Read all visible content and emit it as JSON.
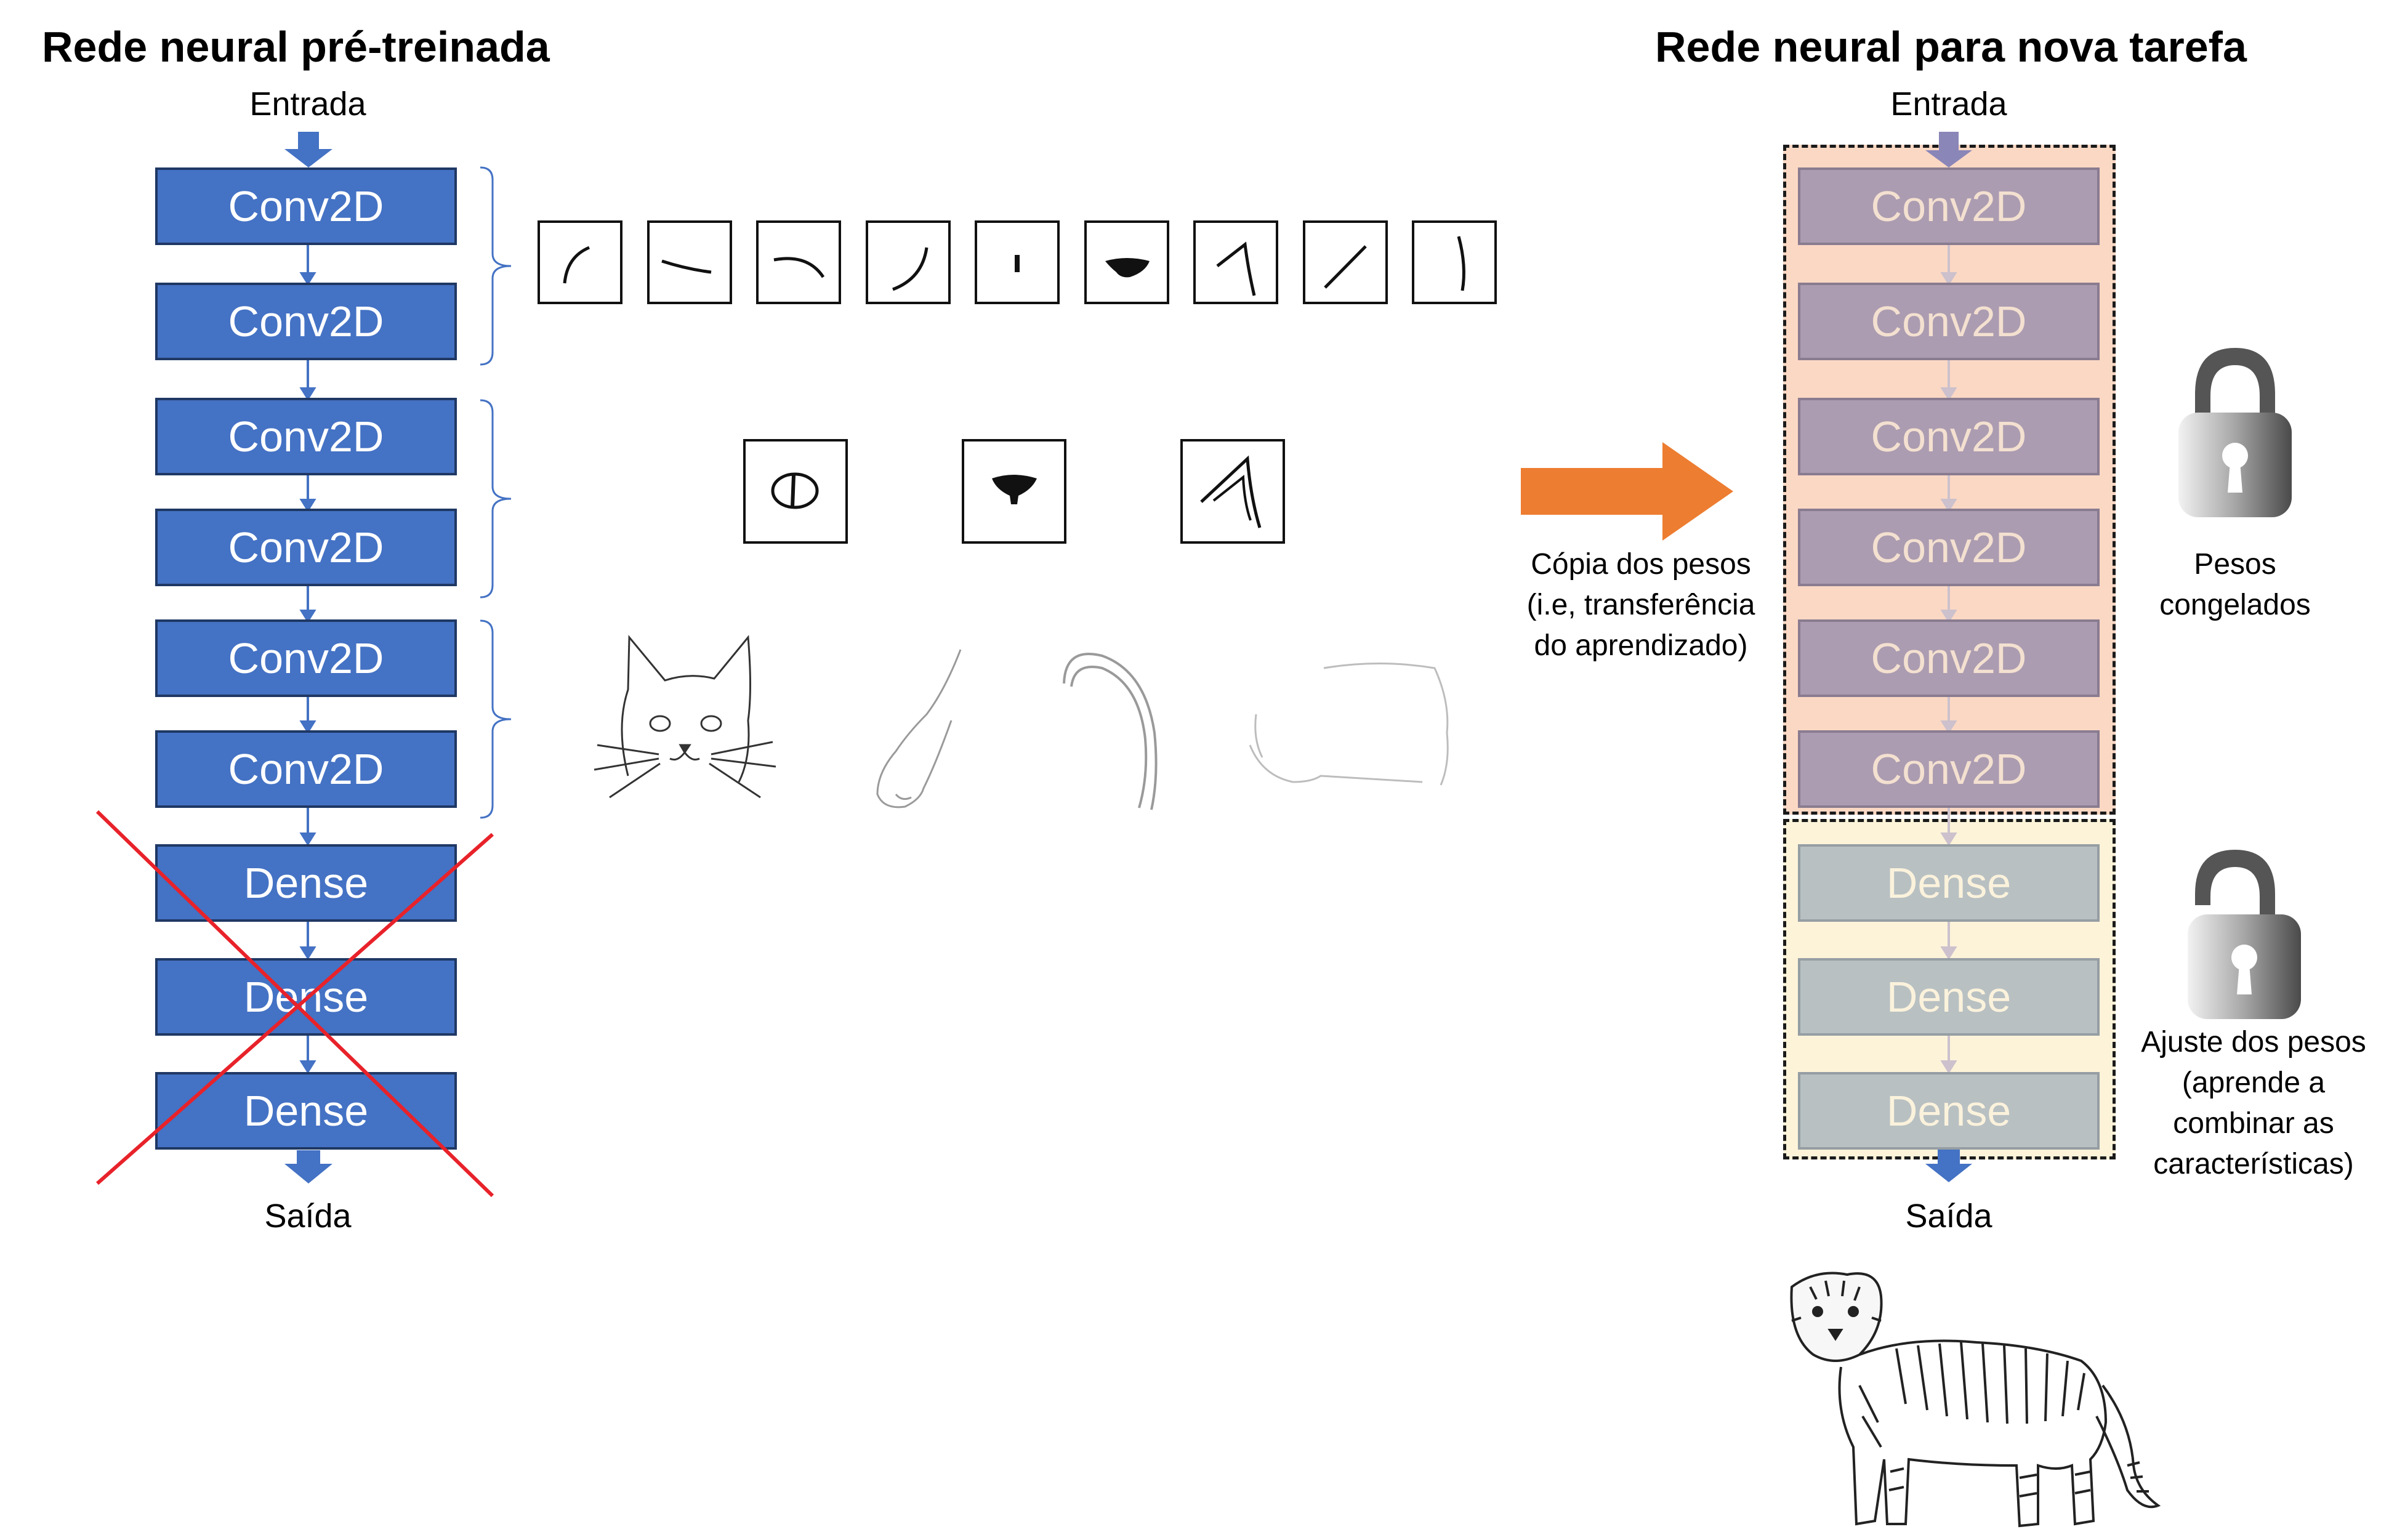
{
  "left_panel": {
    "title": "Rede neural pré-treinada",
    "input_label": "Entrada",
    "output_label": "Saída",
    "layers": [
      "Conv2D",
      "Conv2D",
      "Conv2D",
      "Conv2D",
      "Conv2D",
      "Conv2D",
      "Dense",
      "Dense",
      "Dense"
    ],
    "removed_layers_marker": "red-x-icon"
  },
  "right_panel": {
    "title": "Rede neural para nova tarefa",
    "input_label": "Entrada",
    "output_label": "Saída",
    "layers": [
      "Conv2D",
      "Conv2D",
      "Conv2D",
      "Conv2D",
      "Conv2D",
      "Conv2D",
      "Dense",
      "Dense",
      "Dense"
    ],
    "frozen_caption": [
      "Pesos",
      "congelados"
    ],
    "tune_caption": [
      "Ajuste dos pesos",
      "(aprende a",
      "combinar as",
      "características)"
    ]
  },
  "transfer": {
    "caption": [
      "Cópia dos pesos",
      "(i.e, transferência",
      "do aprendizado)"
    ],
    "arrow_color": "#ed7d31"
  },
  "feature_rows": {
    "low_level_icons": [
      "curve-icon",
      "line-icon",
      "arc-icon",
      "curve-icon",
      "dash-icon",
      "blob-icon",
      "angle-icon",
      "diagonal-icon",
      "bracket-icon"
    ],
    "mid_level_icons": [
      "eye-icon",
      "nose-icon",
      "ear-icon"
    ],
    "high_level_icons": [
      "cat-face-sketch",
      "cat-paw-sketch",
      "cat-tail-sketch",
      "cat-body-sketch"
    ]
  },
  "output_image": "tiger-sketch",
  "colors": {
    "left_layer": "#4472c4",
    "frozen_region": "#fbd8c4",
    "tune_region": "#fdf3d9",
    "removal_x": "#e8222a"
  }
}
